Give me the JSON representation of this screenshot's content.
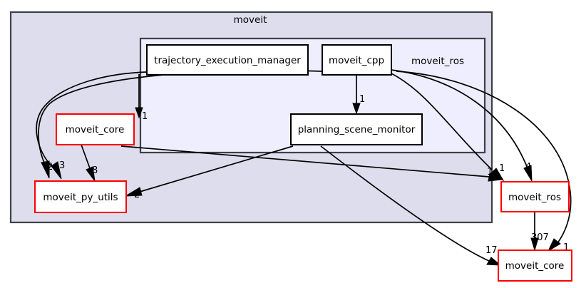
{
  "diagram": {
    "type": "directory-dependency-graph",
    "title": "moveit",
    "clusters": [
      {
        "id": "cluster-moveit",
        "label": "moveit",
        "fill": "#ddddee",
        "stroke": "#404044"
      },
      {
        "id": "cluster-moveit-ros",
        "label": "moveit_ros",
        "fill": "#eeeeff",
        "stroke": "#404044"
      }
    ],
    "nodes": [
      {
        "id": "trajectory_execution_manager",
        "label": "trajectory_execution_manager",
        "border": "#000000",
        "fill": "#ffffff"
      },
      {
        "id": "moveit_cpp",
        "label": "moveit_cpp",
        "border": "#000000",
        "fill": "#ffffff"
      },
      {
        "id": "planning_scene_monitor",
        "label": "planning_scene_monitor",
        "border": "#000000",
        "fill": "#ffffff"
      },
      {
        "id": "moveit_core_left",
        "label": "moveit_core",
        "border": "#ff0000",
        "fill": "#ffffff"
      },
      {
        "id": "moveit_py_utils",
        "label": "moveit_py_utils",
        "border": "#ff0000",
        "fill": "#ffffff"
      },
      {
        "id": "moveit_ros_right",
        "label": "moveit_ros",
        "border": "#ff0000",
        "fill": "#ffffff"
      },
      {
        "id": "moveit_core_bottom",
        "label": "moveit_core",
        "border": "#ff0000",
        "fill": "#ffffff"
      }
    ],
    "edge_labels": {
      "tem_to_moveit_core": "1",
      "moveit_cpp_to_planning_scene_monitor": "1",
      "moveit_core_to_py_utils": "8",
      "a_to_py_utils": "2",
      "b_to_py_utils": "3",
      "psm_to_py_utils": "2",
      "into_moveit_ros_a": "1",
      "into_moveit_ros_b": "1",
      "into_moveit_ros_c": "4",
      "moveit_ros_to_moveit_core": "307",
      "psm_to_moveit_core_bottom": "17",
      "curve_to_moveit_core_bottom": "1"
    }
  }
}
